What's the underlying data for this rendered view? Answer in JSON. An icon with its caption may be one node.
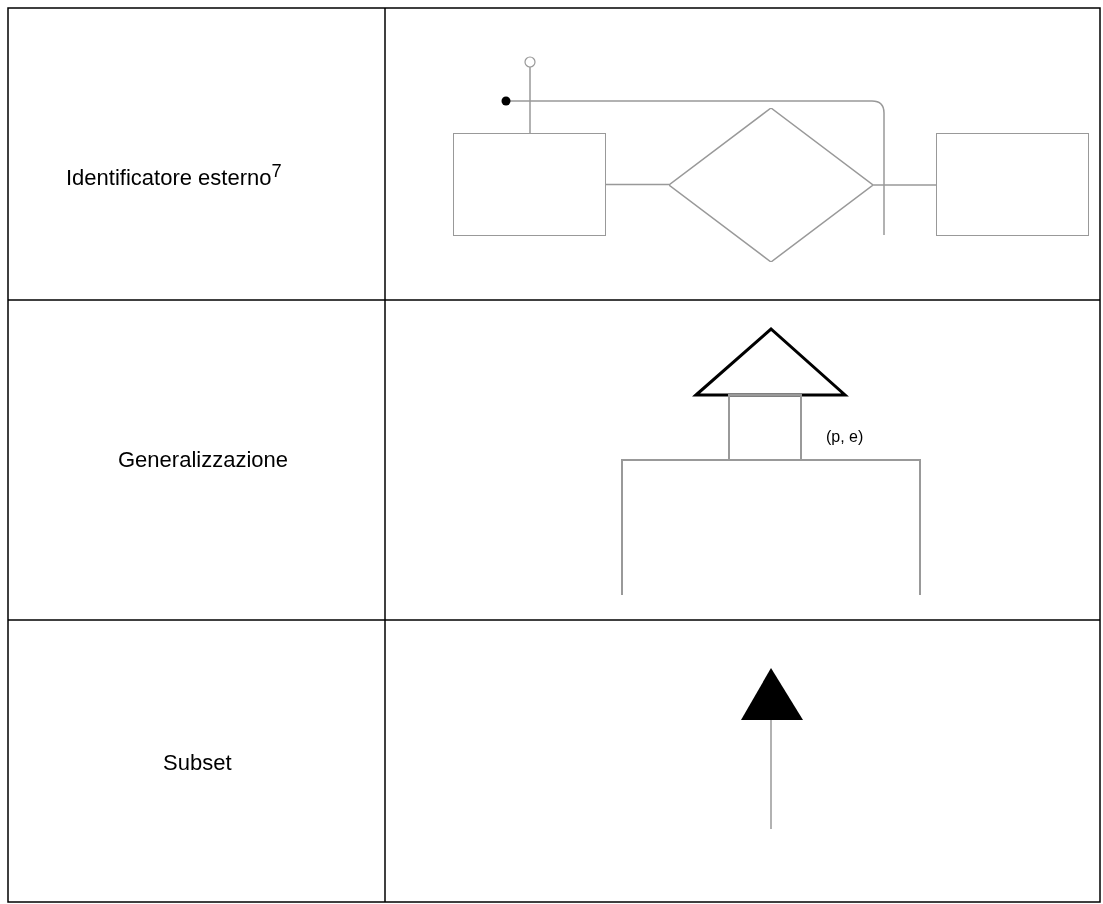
{
  "diagram": {
    "nodes": [
      {
        "text": [],
        "shape": "box"
      },
      {
        "text": [],
        "shape": "diamond"
      },
      {
        "text": [],
        "shape": "box"
      }
    ],
    "edges": [
      {
        "from": 0,
        "to": 1,
        "arrow": "none"
      },
      {
        "from": 1,
        "to": 2,
        "arrow": "none"
      }
    ],
    "labels": [
      "Identificatore esterno$^{7}$",
      "Generalizzazione",
      "(p, e)",
      "Subset"
    ]
  }
}
